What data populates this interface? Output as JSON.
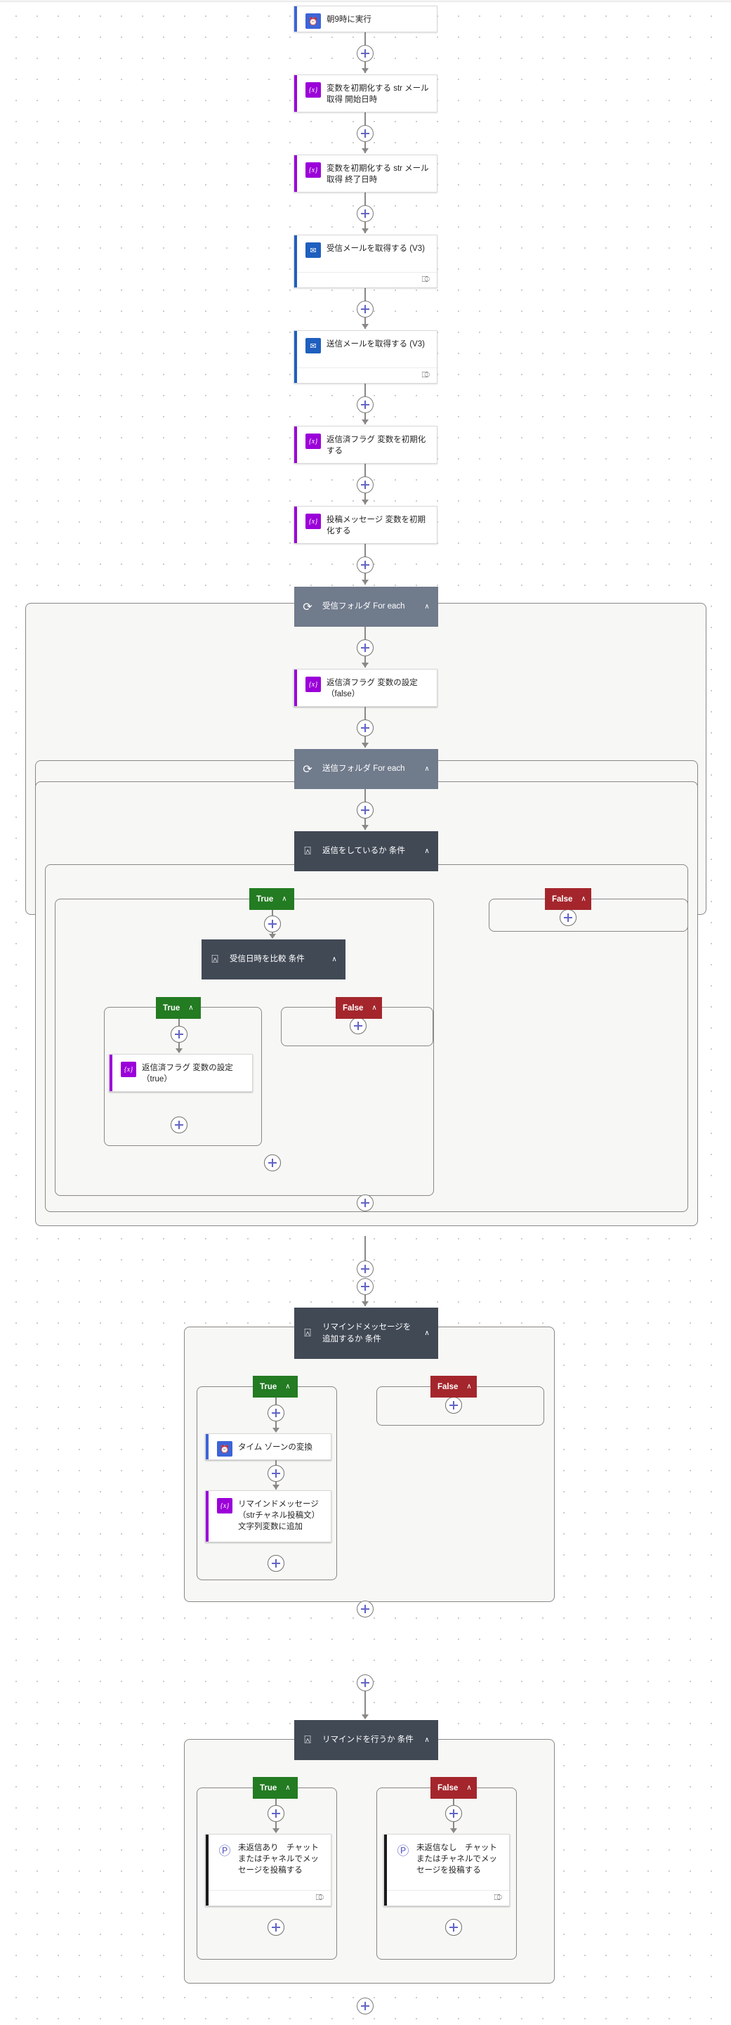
{
  "app": {
    "name": "power-automate-flow-designer",
    "canvas_style": "dotted-grid"
  },
  "colors": {
    "accent_variable": "#9b00d9",
    "accent_clock": "#3c64d8",
    "accent_outlook": "#1f5fbf",
    "accent_teams": "#1a1a1a",
    "control_foreach": "#707b8c",
    "control_condition": "#414955",
    "branch_true": "#237b22",
    "branch_false": "#a4262c",
    "connector": "#8a8886",
    "plus_glyph": "#6264c7",
    "scope_fill": "#f7f7f5"
  },
  "labels": {
    "true": "True",
    "false": "False",
    "chevron_up": "∧",
    "add": "+",
    "link": "⎄"
  },
  "icons": {
    "variable": "{x}",
    "clock": "⏱",
    "outlook": "✉",
    "teams": "Ⓣ",
    "foreach": "⟳",
    "condition": "⑂"
  },
  "nodes": [
    {
      "id": "trigger-schedule",
      "type": "action",
      "icon": "clock",
      "title": "朝9時に実行",
      "has_footer": false
    },
    {
      "id": "init-start-datetime",
      "type": "action",
      "icon": "variable",
      "title": "変数を初期化する str メール取得 開始日時",
      "has_footer": false
    },
    {
      "id": "init-end-datetime",
      "type": "action",
      "icon": "variable",
      "title": "変数を初期化する str メール取得 終了日時",
      "has_footer": false
    },
    {
      "id": "get-received-emails",
      "type": "action",
      "icon": "outlook",
      "title": "受信メールを取得する (V3)",
      "has_footer": true
    },
    {
      "id": "get-sent-emails",
      "type": "action",
      "icon": "outlook",
      "title": "送信メールを取得する (V3)",
      "has_footer": true
    },
    {
      "id": "init-replied-flag",
      "type": "action",
      "icon": "variable",
      "title": "返信済フラグ 変数を初期化する",
      "has_footer": false
    },
    {
      "id": "init-post-message",
      "type": "action",
      "icon": "variable",
      "title": "投稿メッセージ 変数を初期化する",
      "has_footer": false
    },
    {
      "id": "foreach-inbox",
      "type": "foreach",
      "icon": "foreach",
      "title": "受信フォルダ For each"
    },
    {
      "id": "set-replied-false",
      "type": "action",
      "icon": "variable",
      "title": "返信済フラグ 変数の設定（false）",
      "has_footer": false
    },
    {
      "id": "foreach-sent",
      "type": "foreach",
      "icon": "foreach",
      "title": "送信フォルダ For each"
    },
    {
      "id": "cond-has-reply",
      "type": "condition",
      "icon": "condition",
      "title": "返信をしているか 条件"
    },
    {
      "id": "cond-compare-received",
      "type": "condition",
      "icon": "condition",
      "title": "受信日時を比較 条件"
    },
    {
      "id": "set-replied-true",
      "type": "action",
      "icon": "variable",
      "title": "返信済フラグ 変数の設定（true）",
      "has_footer": false
    },
    {
      "id": "cond-add-remind-message",
      "type": "condition",
      "icon": "condition",
      "title": "リマインドメッセージを追加するか 条件"
    },
    {
      "id": "convert-timezone",
      "type": "action",
      "icon": "clock",
      "title": "タイム ゾーンの変換",
      "has_footer": false
    },
    {
      "id": "append-remind-message",
      "type": "action",
      "icon": "variable",
      "title": "リマインドメッセージ（strチャネル投稿文）文字列変数に追加",
      "has_footer": false
    },
    {
      "id": "cond-do-remind",
      "type": "condition",
      "icon": "condition",
      "title": "リマインドを行うか 条件"
    },
    {
      "id": "post-teams-unreplied",
      "type": "action",
      "icon": "teams",
      "title": "未返信あり　チャットまたはチャネルでメッセージを投稿する",
      "has_footer": true
    },
    {
      "id": "post-teams-all-replied",
      "type": "action",
      "icon": "teams",
      "title": "未返信なし　チャットまたはチャネルでメッセージを投稿する",
      "has_footer": true
    }
  ]
}
